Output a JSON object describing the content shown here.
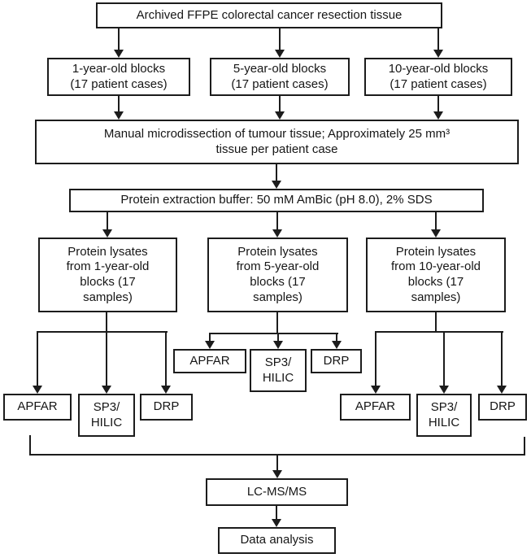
{
  "flowchart": {
    "colors": {
      "line": "#1c1c1c",
      "background": "#ffffff",
      "box_fill": "#ffffff"
    },
    "source": {
      "label": "Archived FFPE colorectal cancer resection tissue"
    },
    "block_ages": [
      {
        "label": "1-year-old blocks\n(17 patient cases)"
      },
      {
        "label": "5-year-old blocks\n(17 patient cases)"
      },
      {
        "label": "10-year-old blocks\n(17 patient cases)"
      }
    ],
    "microdissection": {
      "label": "Manual microdissection of tumour tissue; Approximately 25 mm³\ntissue per patient case"
    },
    "extraction": {
      "label": "Protein extraction buffer: 50 mM AmBic (pH 8.0), 2% SDS"
    },
    "lysates": [
      {
        "label": "Protein lysates\nfrom 1-year-old\nblocks (17\nsamples)"
      },
      {
        "label": "Protein lysates\nfrom 5-year-old\nblocks (17\nsamples)"
      },
      {
        "label": "Protein lysates\nfrom 10-year-old\nblocks (17\nsamples)"
      }
    ],
    "method_groups": [
      {
        "group": "1-year-old",
        "methods": [
          {
            "label": "APFAR"
          },
          {
            "label": "SP3/\nHILIC"
          },
          {
            "label": "DRP"
          }
        ]
      },
      {
        "group": "5-year-old",
        "methods": [
          {
            "label": "APFAR"
          },
          {
            "label": "SP3/\nHILIC"
          },
          {
            "label": "DRP"
          }
        ]
      },
      {
        "group": "10-year-old",
        "methods": [
          {
            "label": "APFAR"
          },
          {
            "label": "SP3/\nHILIC"
          },
          {
            "label": "DRP"
          }
        ]
      }
    ],
    "lcmsms": {
      "label": "LC-MS/MS"
    },
    "data_analysis": {
      "label": "Data analysis"
    }
  }
}
